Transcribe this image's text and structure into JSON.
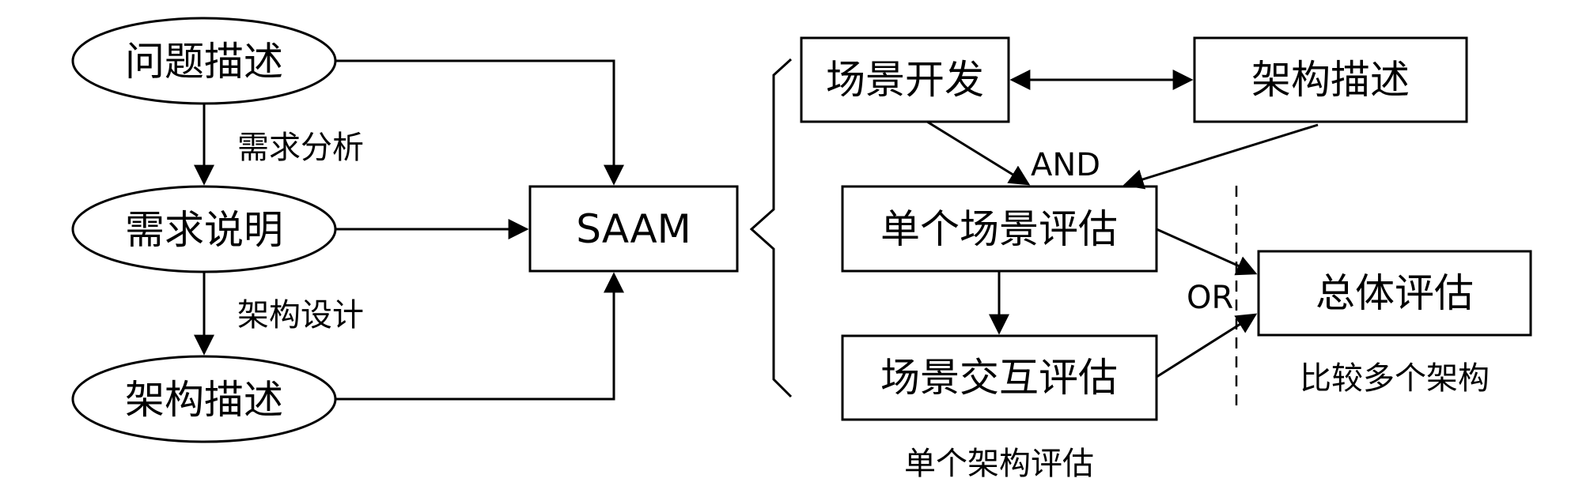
{
  "left_flow": {
    "problem": "问题描述",
    "requirements_analysis": "需求分析",
    "requirements_spec": "需求说明",
    "architecture_design": "架构设计",
    "architecture_desc": "架构描述"
  },
  "center": {
    "saam": "SAAM"
  },
  "right_flow": {
    "scenario_dev": "场景开发",
    "architecture_desc": "架构描述",
    "and_label": "AND",
    "single_scenario_eval": "单个场景评估",
    "scenario_interaction_eval": "场景交互评估",
    "or_label": "OR",
    "overall_eval": "总体评估",
    "compare_caption": "比较多个架构",
    "single_arch_caption": "单个架构评估"
  }
}
